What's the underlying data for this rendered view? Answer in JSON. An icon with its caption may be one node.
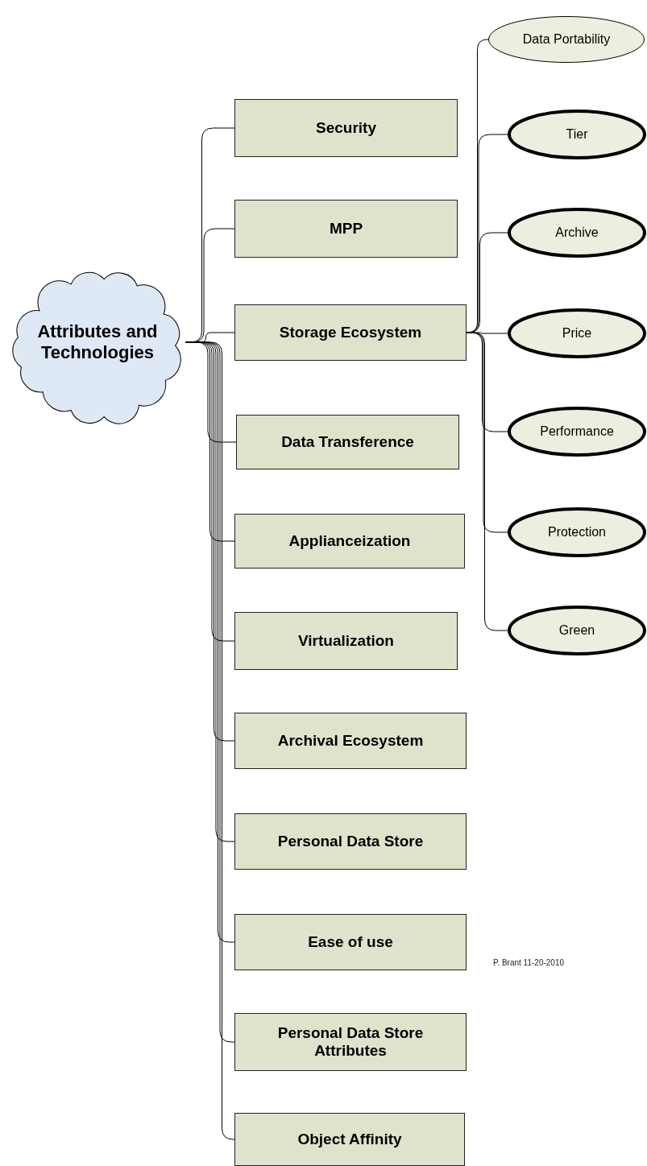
{
  "diagram": {
    "nodes": [
      {
        "text": [
          "Attributes and Technologies"
        ]
      },
      {
        "text": [
          "Security"
        ]
      },
      {
        "text": [
          "MPP"
        ]
      },
      {
        "text": [
          "Storage Ecosystem"
        ]
      },
      {
        "text": [
          "Data Transference"
        ]
      },
      {
        "text": [
          "Applianceization"
        ]
      },
      {
        "text": [
          "Virtualization"
        ]
      },
      {
        "text": [
          "Archival Ecosystem"
        ]
      },
      {
        "text": [
          "Personal Data Store"
        ]
      },
      {
        "text": [
          "Ease of use"
        ]
      },
      {
        "text": [
          "Personal Data Store Attributes"
        ]
      },
      {
        "text": [
          "Object Affinity"
        ]
      },
      {
        "text": [
          "Data Portability"
        ]
      },
      {
        "text": [
          "Tier"
        ]
      },
      {
        "text": [
          "Archive"
        ]
      },
      {
        "text": [
          "Price"
        ]
      },
      {
        "text": [
          "Performance"
        ]
      },
      {
        "text": [
          "Protection"
        ]
      },
      {
        "text": [
          "Green"
        ]
      }
    ],
    "edges": [
      {
        "from": 0,
        "to": 1,
        "arrow": "none"
      },
      {
        "from": 0,
        "to": 2,
        "arrow": "none"
      },
      {
        "from": 0,
        "to": 3,
        "arrow": "none"
      },
      {
        "from": 0,
        "to": 4,
        "arrow": "none"
      },
      {
        "from": 0,
        "to": 5,
        "arrow": "none"
      },
      {
        "from": 0,
        "to": 6,
        "arrow": "none"
      },
      {
        "from": 0,
        "to": 7,
        "arrow": "none"
      },
      {
        "from": 0,
        "to": 8,
        "arrow": "none"
      },
      {
        "from": 0,
        "to": 9,
        "arrow": "none"
      },
      {
        "from": 0,
        "to": 10,
        "arrow": "none"
      },
      {
        "from": 0,
        "to": 11,
        "arrow": "none"
      },
      {
        "from": 3,
        "to": 12,
        "arrow": "none"
      },
      {
        "from": 3,
        "to": 13,
        "arrow": "none"
      },
      {
        "from": 3,
        "to": 14,
        "arrow": "none"
      },
      {
        "from": 3,
        "to": 15,
        "arrow": "none"
      },
      {
        "from": 3,
        "to": 16,
        "arrow": "none"
      },
      {
        "from": 3,
        "to": 17,
        "arrow": "none"
      },
      {
        "from": 3,
        "to": 18,
        "arrow": "none"
      }
    ],
    "labels": [
      "P. Brant 11-20-2010"
    ]
  }
}
